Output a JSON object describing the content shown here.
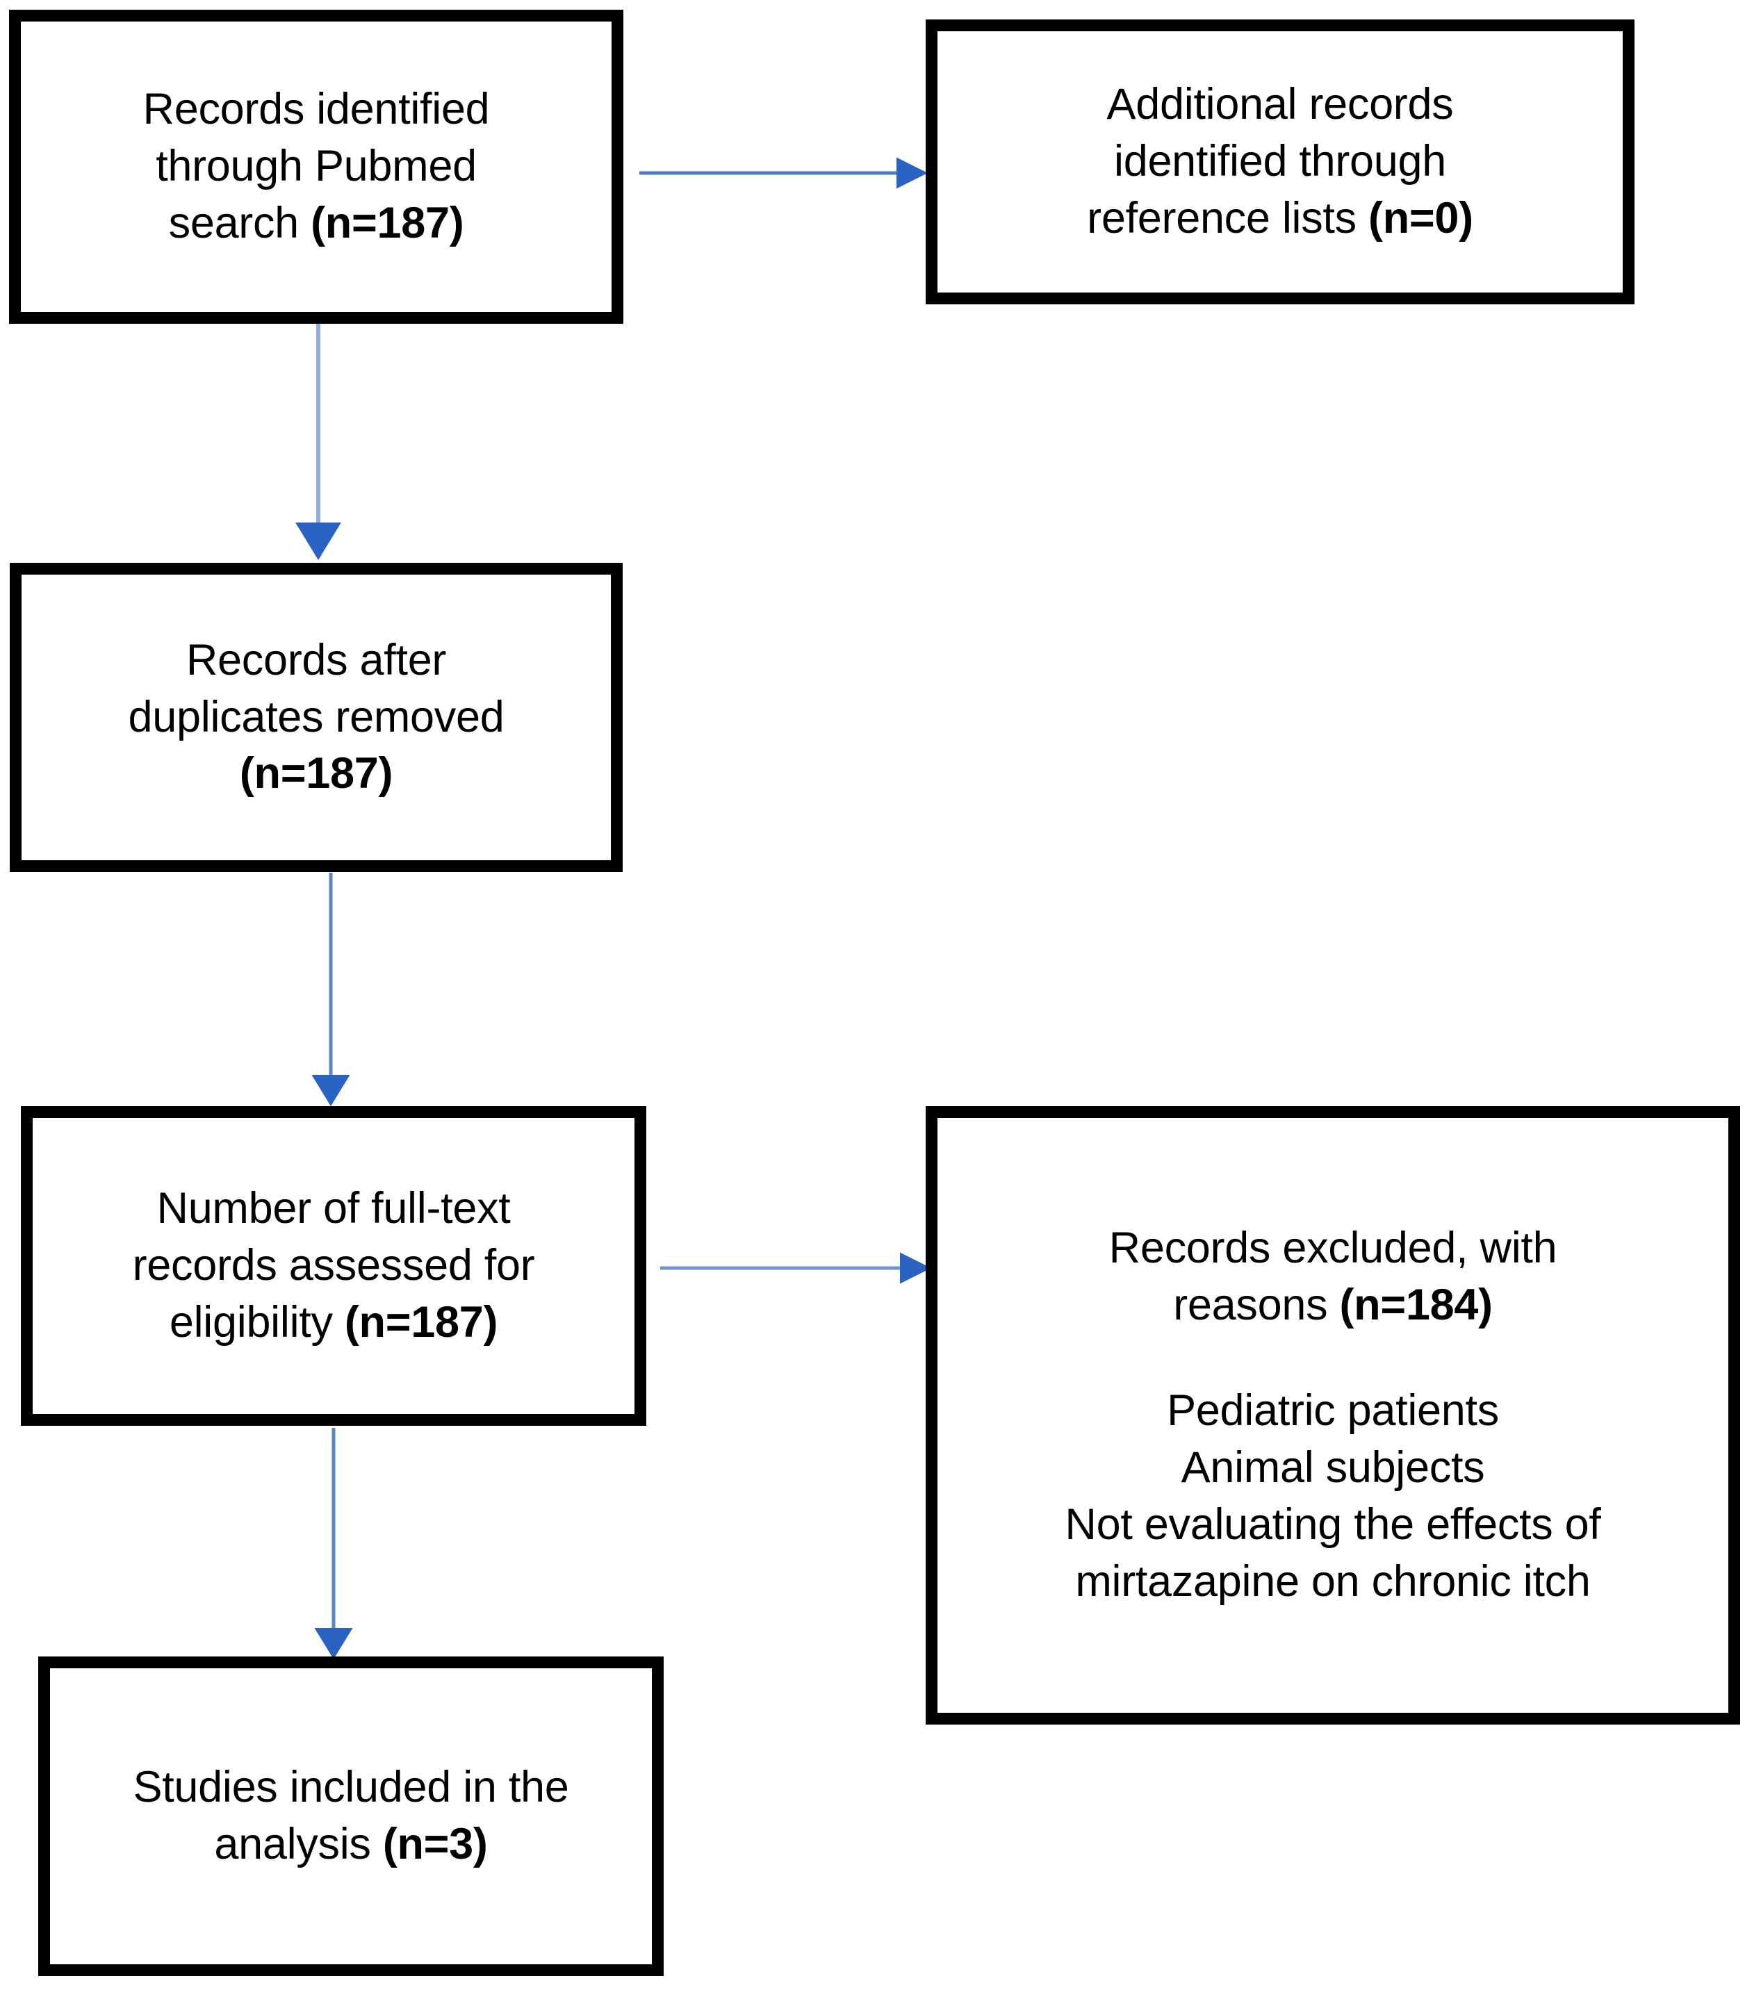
{
  "diagram": {
    "type": "prisma-flow-diagram",
    "background_color": "#ffffff",
    "box_border_color": "#000000",
    "arrow_color": "#3A6BC0",
    "text_color": "#000000",
    "boxes": [
      {
        "id": "records-identified",
        "text": "Records identified\nthrough Pubmed\nsearch ",
        "count": "(n=187)"
      },
      {
        "id": "additional-records",
        "text": "Additional records\nidentified through\nreference lists ",
        "count": "(n=0)"
      },
      {
        "id": "records-after-duplicates",
        "text": "Records after\nduplicates removed\n",
        "count": "(n=187)"
      },
      {
        "id": "full-text-assessed",
        "text": "Number of full-text\nrecords assessed for\neligibility ",
        "count": "(n=187)"
      },
      {
        "id": "records-excluded",
        "text": "Records excluded, with\nreasons ",
        "count": "(n=184)",
        "reasons": "Pediatric patients\nAnimal subjects\nNot evaluating the effects of\nmirtazapine on chronic itch"
      },
      {
        "id": "studies-included",
        "text": "Studies included in the\nanalysis ",
        "count": "(n=3)"
      }
    ],
    "arrows": [
      {
        "id": "identified-to-additional",
        "direction": "right"
      },
      {
        "id": "identified-to-duplicates",
        "direction": "down"
      },
      {
        "id": "duplicates-to-fulltext",
        "direction": "down"
      },
      {
        "id": "fulltext-to-excluded",
        "direction": "right"
      },
      {
        "id": "fulltext-to-included",
        "direction": "down"
      }
    ]
  }
}
